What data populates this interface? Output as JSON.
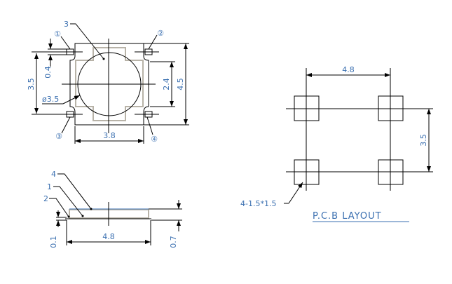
{
  "top_view": {
    "callouts": [
      "①",
      "②",
      "③",
      "④",
      "3"
    ],
    "dims": {
      "height_left": "3.5",
      "pin_width": "0.4",
      "diameter": "ø3.5",
      "width_bottom": "3.8",
      "inner_height": "2.4",
      "height_right": "4.5"
    }
  },
  "side_view": {
    "callouts": [
      "4",
      "1",
      "2"
    ],
    "dims": {
      "width": "4.8",
      "gap": "0.1",
      "height": "0.7"
    }
  },
  "pcb_layout": {
    "title": "P.C.B LAYOUT",
    "pad_spec": "4-1.5*1.5",
    "dims": {
      "width": "4.8",
      "height": "3.5"
    },
    "hatch_color": "#3a6fb0"
  }
}
